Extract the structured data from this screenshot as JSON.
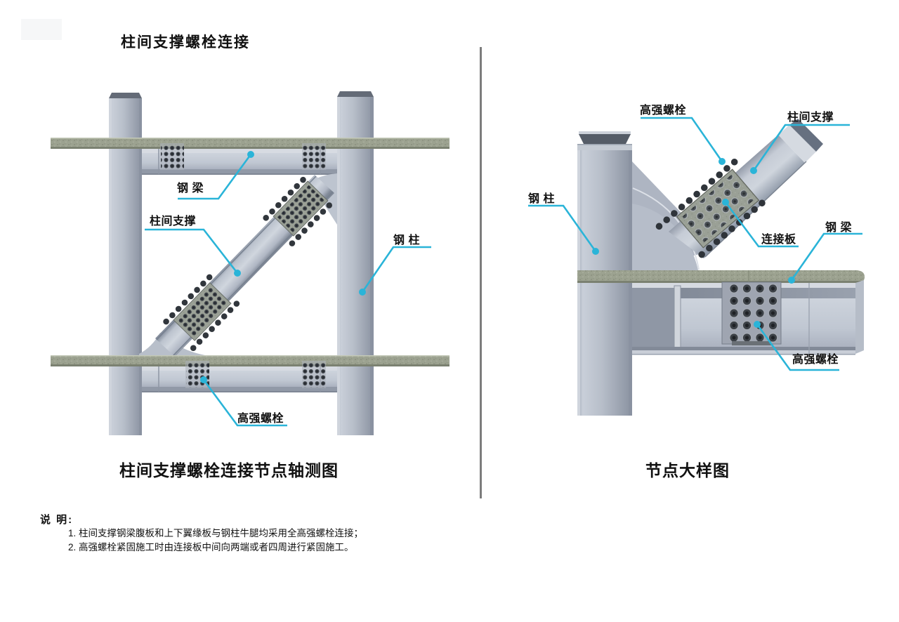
{
  "title": "柱间支撑螺栓连接",
  "left_panel": {
    "caption": "柱间支撑螺栓连接节点轴测图",
    "labels": {
      "steel_beam": "钢 梁",
      "brace": "柱间支撑",
      "steel_column": "钢 柱",
      "hs_bolt": "高强螺栓"
    }
  },
  "right_panel": {
    "caption": "节点大样图",
    "labels": {
      "hs_bolt_top": "高强螺栓",
      "brace": "柱间支撑",
      "steel_column": "钢 柱",
      "gusset_plate": "连接板",
      "steel_beam": "钢 梁",
      "hs_bolt_bottom": "高强螺栓"
    }
  },
  "notes": {
    "heading": "说 明:",
    "items": [
      "1. 柱间支撑钢梁腹板和上下翼缘板与钢柱牛腿均采用全高强螺栓连接；",
      "2. 高强螺栓紧固施工时由连接板中间向两端或者四周进行紧固施工。"
    ]
  },
  "colors": {
    "leader": "#2ab4d8",
    "steel_light": "#d6dae2",
    "steel_mid": "#bac1cd",
    "steel_dark": "#97a0ae",
    "slab": "#9ca290",
    "bolt": "#363b42",
    "divider": "#7c7c7c",
    "text": "#111111"
  }
}
